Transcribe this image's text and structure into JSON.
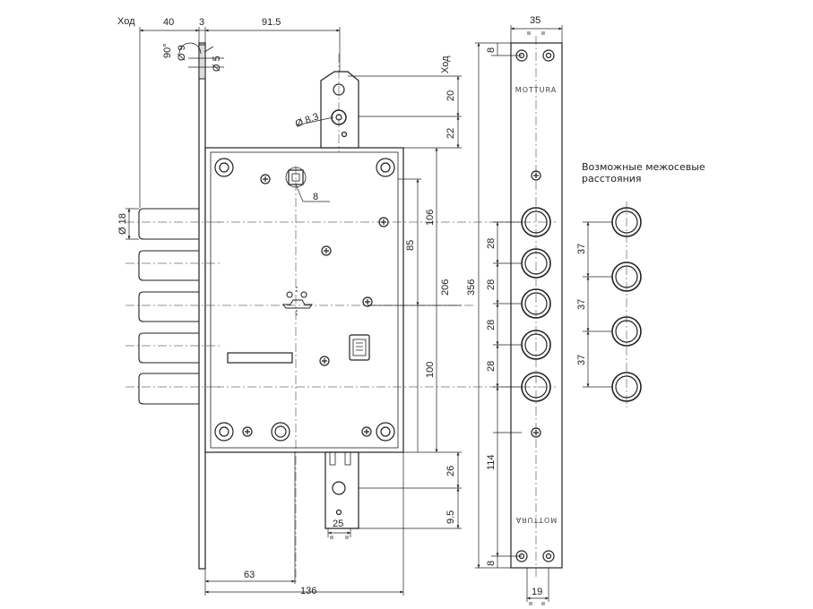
{
  "labels": {
    "stroke_top": "Ход",
    "stroke_side": "Ход",
    "note_line1": "Возможные межосевые",
    "note_line2": "расстояния",
    "brand_top": "MOTTURA",
    "brand_bottom": "MOTTURA"
  },
  "dims": {
    "d40": "40",
    "d3": "3",
    "d915": "91.5",
    "d35": "35",
    "dia9": "Ø 9",
    "dia5": "Ø 5",
    "angle90": "90°",
    "dia83": "Ø 8.3",
    "sq8": "8",
    "dia18": "Ø 18",
    "d20": "20",
    "d22": "22",
    "d106": "106",
    "d85": "85",
    "d206": "206",
    "d100": "100",
    "d26": "26",
    "d95": "9.5",
    "d356": "356",
    "d8a": "8",
    "d8b": "8",
    "d28a": "28",
    "d28b": "28",
    "d28c": "28",
    "d28d": "28",
    "d114": "114",
    "d37a": "37",
    "d37b": "37",
    "d37c": "37",
    "d25": "25",
    "d63": "63",
    "d136": "136",
    "d19": "19"
  }
}
